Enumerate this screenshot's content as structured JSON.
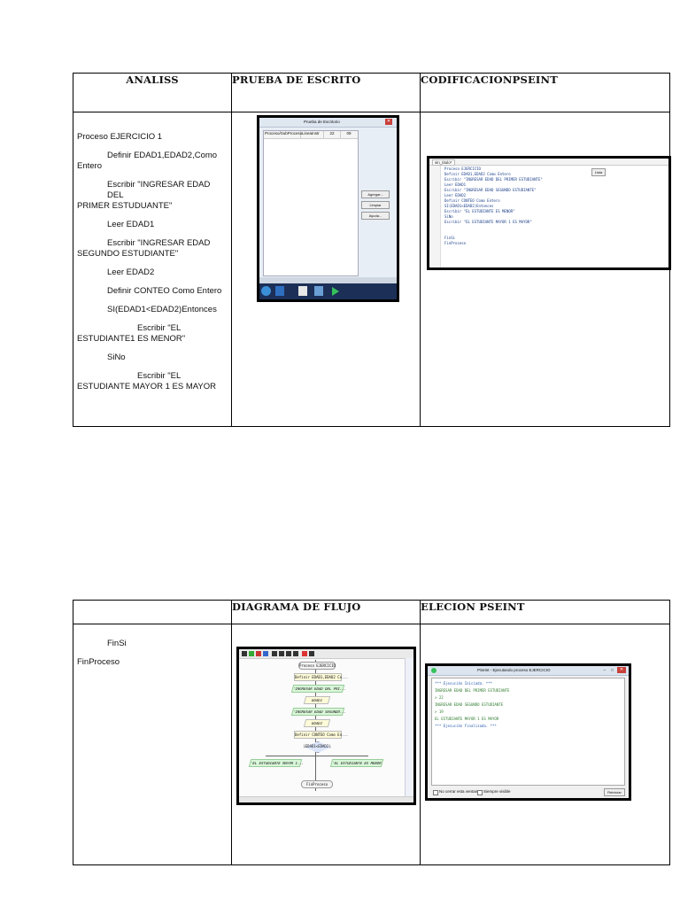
{
  "table1": {
    "headers": [
      "ANALISS",
      "PRUEBA DE ESCRITO",
      "CODIFICACIONPSEINT"
    ],
    "analysis": [
      "Proceso EJERCICIO 1",
      "Definir EDAD1,EDAD2,Como",
      "Entero",
      "Escribir \"INGRESAR EDAD DEL",
      "PRIMER ESTUDUANTE\"",
      "Leer EDAD1",
      "Escribir \"INGRESAR EDAD",
      "SEGUNDO ESTUDIANTE\"",
      "Leer EDAD2",
      "Definir CONTEO Como Entero",
      "SI(EDAD1<EDAD2)Entonces",
      "Escribir \"EL",
      "ESTUDIANTE1 ES MENOR\"",
      "SiNo",
      "Escribir \"EL",
      "ESTUDIANTE MAYOR 1 ES MAYOR"
    ],
    "prueba": {
      "title": "Prueba de Escritorio",
      "columns": [
        "Proceso/SubProceso",
        "LineaInstr",
        "22",
        "09"
      ],
      "buttons": [
        "Agregar...",
        "Limpiar",
        "Ayuda..."
      ]
    },
    "codigo": {
      "tab": "sin_titulo*",
      "button": "Lista",
      "lines": [
        "Proceso EJERCICIO",
        "  Definir EDAD1,EDAD2 Como Entero",
        "  Escribir \"INGRESAR EDAD DEL PRIMER ESTUDIANTE\"",
        "  Leer EDAD1",
        "  Escribir \"INGRESAR EDAD SEGUNDO ESTUDIANTE\"",
        "  Leer EDAD2",
        "  Definir CONTEO Como Entero",
        "  SI(EDAD1<EDAD2)Entonces",
        "    Escribir \"EL ESTUDIANTE ES MENOR\"",
        "  SiNo",
        "    Escribir \"EL ESTUDIANTE MAYOR 1 ES MAYOR\"",
        "",
        "",
        "  FinSi",
        "FinProceso",
        ""
      ]
    }
  },
  "table2": {
    "headers": [
      "",
      "DIAGRAMA DE FLUJO",
      "ELECION PSEINT"
    ],
    "analysis": [
      "FinSi",
      "FinProceso"
    ],
    "diagrama": {
      "nodes": [
        "Proceso EJERCICIO",
        "Definir EDAD1,EDAD2 Co...",
        "'INGRESAR EDAD DEL PRI...",
        "EDAD1",
        "'INGRESAR EDAD SEGUNDO...",
        "EDAD2",
        "Definir CONTEO Como En...",
        "(EDAD1<EDAD2)",
        "'EL ESTUDIANTE MAYOR 1...",
        "'EL ESTUDIANTE ES MENOR",
        "FinProceso"
      ]
    },
    "ejecucion": {
      "title": "PSeInt - Ejecutando proceso EJERCICIO",
      "lines": [
        "*** Ejecución Iniciada. ***",
        "INGRESAR EDAD DEL PRIMER ESTUDIANTE",
        "> 22",
        "INGRESAR EDAD SEGUNDO ESTUDIANTE",
        "> 19",
        "EL ESTUDIANTE MAYOR 1 ES MAYOR",
        "*** Ejecución Finalizada. ***"
      ],
      "footer_left": "No cerrar esta ventana",
      "footer_mid": "Siempre visible",
      "footer_btn": "Reiniciar"
    }
  }
}
